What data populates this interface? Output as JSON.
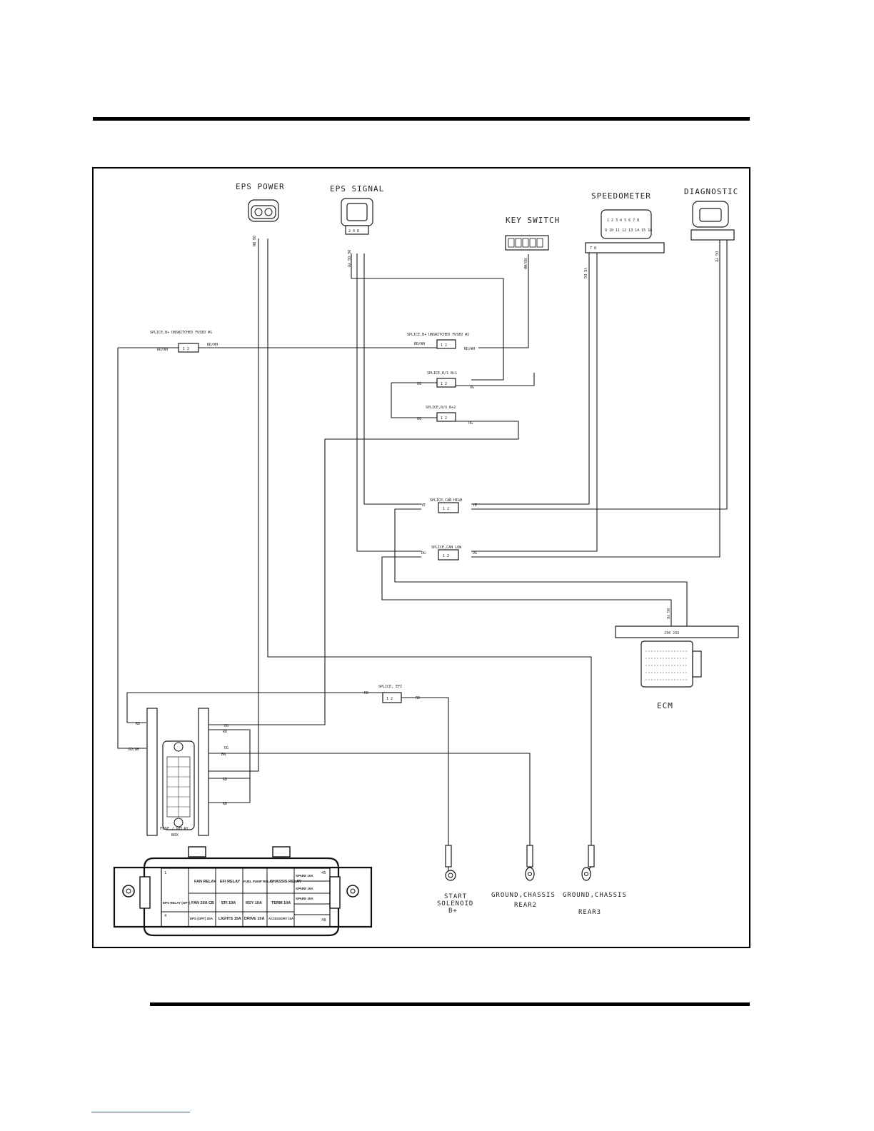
{
  "components": {
    "eps_power": "EPS POWER",
    "eps_signal": "EPS SIGNAL",
    "key_switch": "KEY SWITCH",
    "speedometer": "SPEEDOMETER",
    "diagnostic": "DIAGNOSTIC",
    "ecm": "ECM",
    "fuse_relay_box_1": "FUSE / RELAY",
    "fuse_relay_box_2": "BOX",
    "start_solenoid_1": "START",
    "start_solenoid_2": "SOLENOID",
    "start_solenoid_3": "B+",
    "ground_rear2_1": "GROUND,CHASSIS",
    "ground_rear2_2": "REAR2",
    "ground_rear3_1": "GROUND,CHASSIS",
    "ground_rear3_2": "REAR3"
  },
  "splices": {
    "unswitched_1": "SPLICE,B+ UNSWITCHED FUSED #1",
    "unswitched_2": "SPLICE,B+ UNSWITCHED FUSED #2",
    "rs_1": "SPLICE,R/S B+1",
    "rs_2": "SPLICE,R/S B+2",
    "can_high": "SPLICE,CAN HIGH",
    "can_low": "SPLICE,CAN LOW",
    "efi": "SPLICE, EFI",
    "pin_label": "1 2"
  },
  "wire_colors": {
    "rd_wh": "RD/WH",
    "og": "OG",
    "bn": "BN",
    "ye": "YE",
    "dg": "DG",
    "rd": "RD",
    "eps_power_pins": "OG BN",
    "eps_signal_pins": "DG OG YE",
    "key_switch_wire": "RD/WH",
    "speedometer_pins": "YE DG",
    "diagnostic_pins": "DG YE",
    "ecm_pins": "DG YE",
    "eps_signal_pin_numbers": "2 4 6",
    "speedometer_connector_pin": "7 8",
    "ecm_pin_numbers": "J34 J33"
  },
  "speedometer_pins": {
    "row1": "1 2 3 4 5 6 7 8",
    "row2": "9 10 11 12 13 14 15 16"
  },
  "fuse_box": {
    "corner_1": "1",
    "corner_4": "4",
    "corner_45": "45",
    "corner_48": "48",
    "cells": [
      [
        "",
        "FAN RELAY",
        "EFI RELAY",
        "FUEL PUMP RELAY",
        "CHASSIS RELAY",
        "SPARE 10A"
      ],
      [
        "",
        "",
        "",
        "",
        "",
        "SPARE 15A"
      ],
      [
        "EPS RELAY (OPT)",
        "FAN 20A CB",
        "EFI 10A",
        "KEY 10A",
        "TERM 10A",
        "SPARE 20A"
      ],
      [
        "",
        "EPS (OPT) 20A",
        "LIGHTS 15A",
        "DRIVE 10A",
        "ACCESSORY 10A",
        ""
      ]
    ]
  }
}
